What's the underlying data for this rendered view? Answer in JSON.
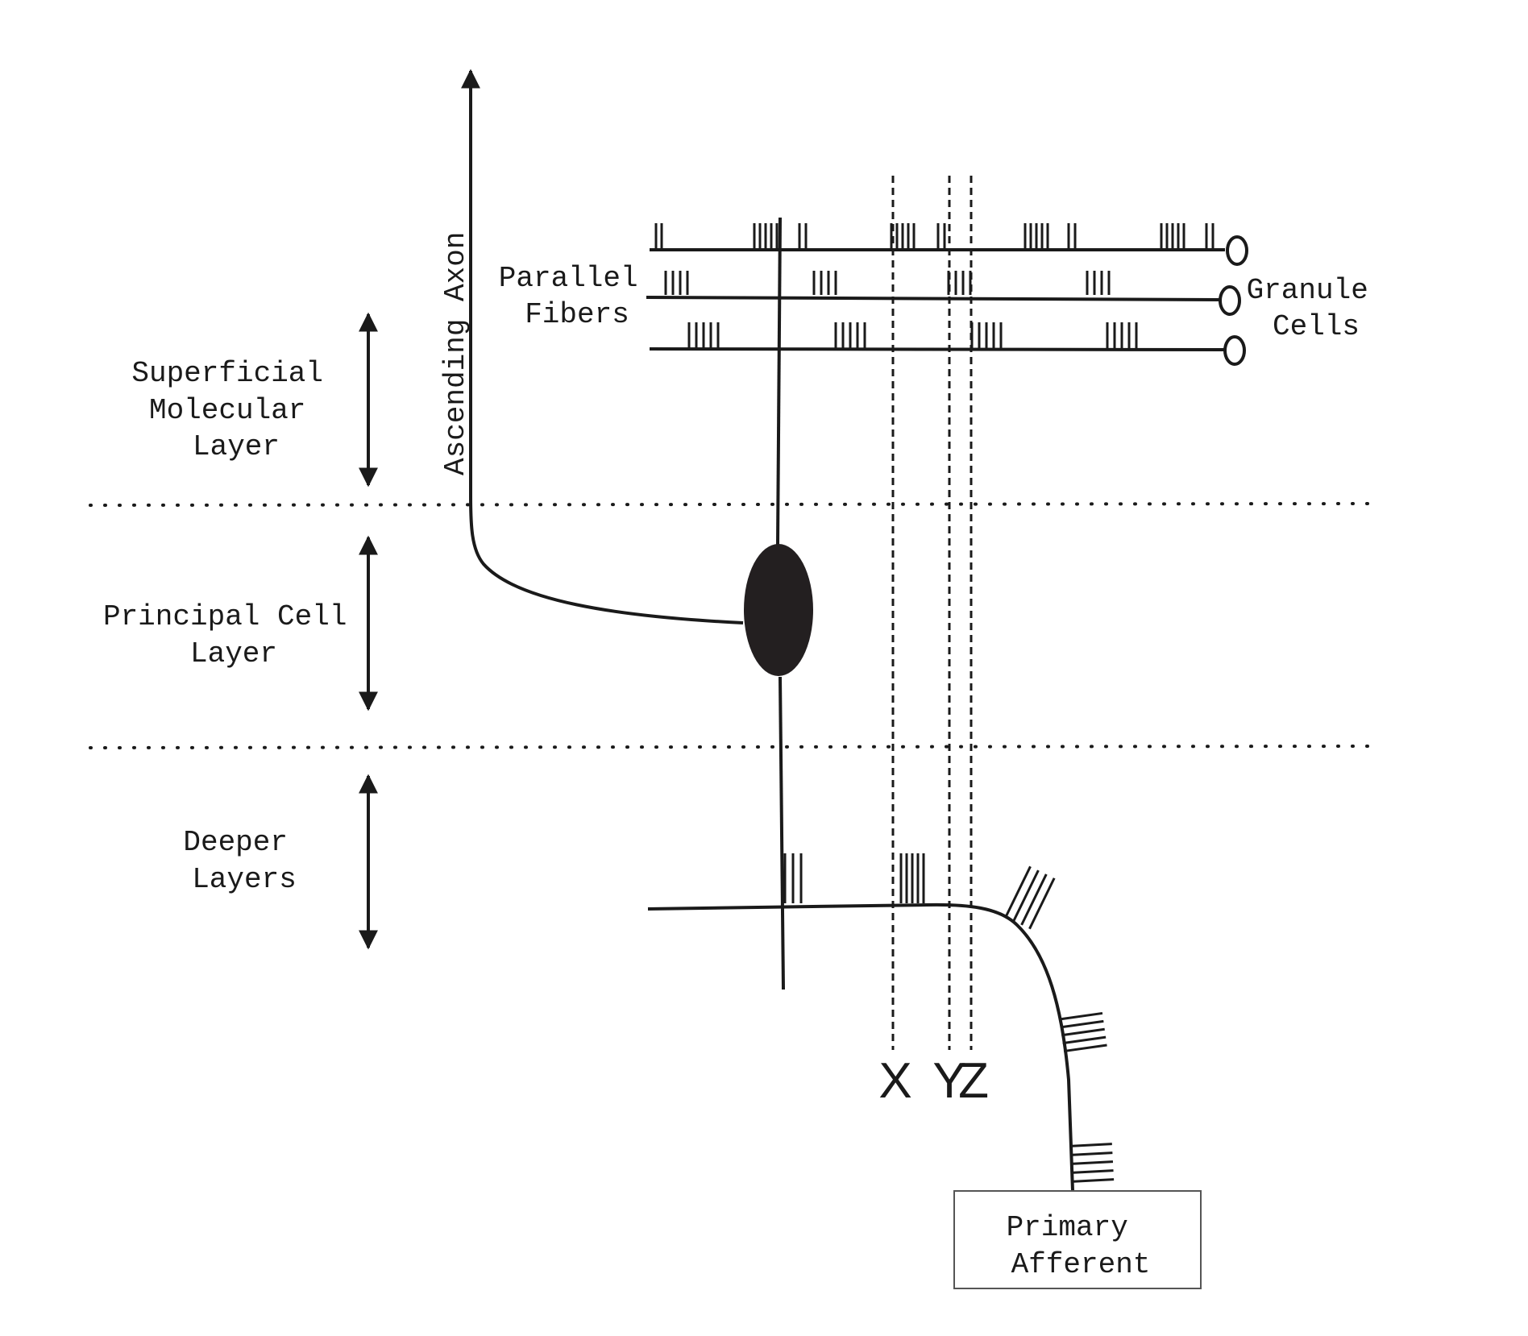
{
  "labels": {
    "ascending_axon": "Ascending Axon",
    "parallel_fibers": [
      "Parallel",
      "Fibers"
    ],
    "granule_cells": [
      "Granule",
      "Cells"
    ],
    "superficial_layer": [
      "Superficial",
      "Molecular",
      "Layer"
    ],
    "principal_layer": [
      "Principal Cell",
      "Layer"
    ],
    "deeper_layers": [
      "Deeper",
      "Layers"
    ],
    "primary_afferent": [
      "Primary",
      "Afferent"
    ],
    "markers": [
      "X",
      "Y",
      "Z"
    ]
  },
  "colors": {
    "ink": "#1a1a1a",
    "soma": "#231f20",
    "background": "#ffffff"
  }
}
